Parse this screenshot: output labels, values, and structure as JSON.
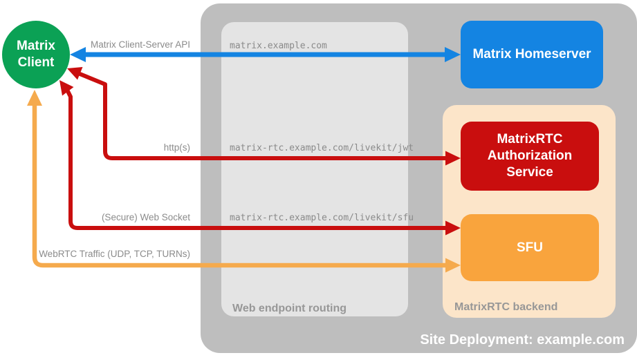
{
  "diagram_title": "Site Deployment: example.com",
  "nodes": {
    "client": {
      "label": "Matrix Client"
    },
    "homeserver": {
      "label": "Matrix Homeserver"
    },
    "auth_service": {
      "label": "MatrixRTC Authorization Service"
    },
    "sfu": {
      "label": "SFU"
    }
  },
  "panels": {
    "site": {
      "label": "Site Deployment: example.com"
    },
    "routing": {
      "label": "Web endpoint routing"
    },
    "backend": {
      "label": "MatrixRTC backend"
    }
  },
  "connections": [
    {
      "id": "client-server-api",
      "label": "Matrix Client-Server API",
      "endpoint": "matrix.example.com",
      "from": "Matrix Client",
      "to": "Matrix Homeserver",
      "bidirectional": true
    },
    {
      "id": "https",
      "label": "http(s)",
      "endpoint": "matrix-rtc.example.com/livekit/jwt",
      "from": "Matrix Client",
      "to": "MatrixRTC Authorization Service",
      "bidirectional": true
    },
    {
      "id": "secure-web-socket",
      "label": "(Secure) Web Socket",
      "endpoint": "matrix-rtc.example.com/livekit/sfu",
      "from": "Matrix Client",
      "to": "SFU",
      "bidirectional": true
    },
    {
      "id": "webrtc-traffic",
      "label": "WebRTC Traffic (UDP, TCP, TURNs)",
      "endpoint": "",
      "from": "Matrix Client",
      "to": "SFU",
      "bidirectional": true
    }
  ],
  "colors": {
    "green": "#0ba155",
    "blue": "#1484e2",
    "red": "#c90e0e",
    "orange_box": "#f9a43d",
    "orange_arrow": "#f5aa4d",
    "peach": "#fce5c9",
    "gray_outer": "#bebebe",
    "gray_inner": "#e4e4e4",
    "label_gray": "#8b8b8b",
    "panel_label_gray": "#979797",
    "white": "#ffffff"
  }
}
